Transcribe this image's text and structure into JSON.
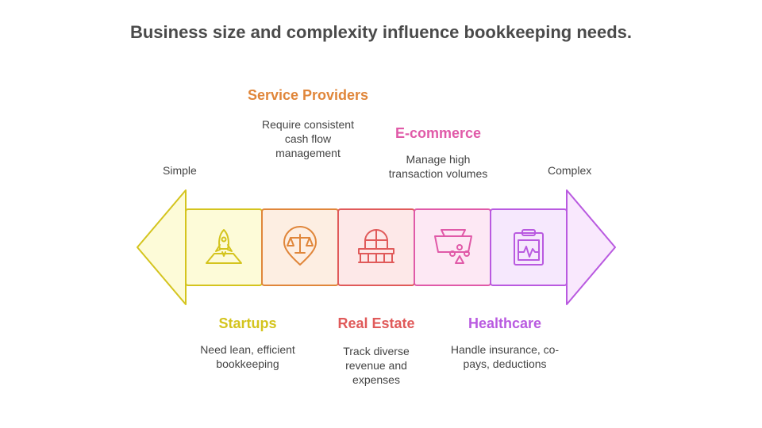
{
  "title": "Business size and complexity influence bookkeeping needs.",
  "scale": {
    "start": "Simple",
    "end": "Complex"
  },
  "stages": [
    {
      "label": "Startups",
      "description": "Need lean, efficient bookkeeping",
      "color": "#d4c41e",
      "fill": "#fdfbd8",
      "icon": "rocket-launch-icon"
    },
    {
      "label": "Service Providers",
      "description": "Require consistent cash flow management",
      "color": "#e0863a",
      "fill": "#fdeee2",
      "icon": "balance-scale-icon"
    },
    {
      "label": "Real Estate",
      "description": "Track diverse revenue and expenses",
      "color": "#e05a5a",
      "fill": "#fde8e8",
      "icon": "building-balcony-icon"
    },
    {
      "label": "E-commerce",
      "description": "Manage high transaction volumes",
      "color": "#e05aa8",
      "fill": "#fde8f4",
      "icon": "shopping-basket-icon"
    },
    {
      "label": "Healthcare",
      "description": "Handle insurance, co-pays, deductions",
      "color": "#b95ae0",
      "fill": "#f6e8fd",
      "icon": "medical-clipboard-icon"
    }
  ]
}
